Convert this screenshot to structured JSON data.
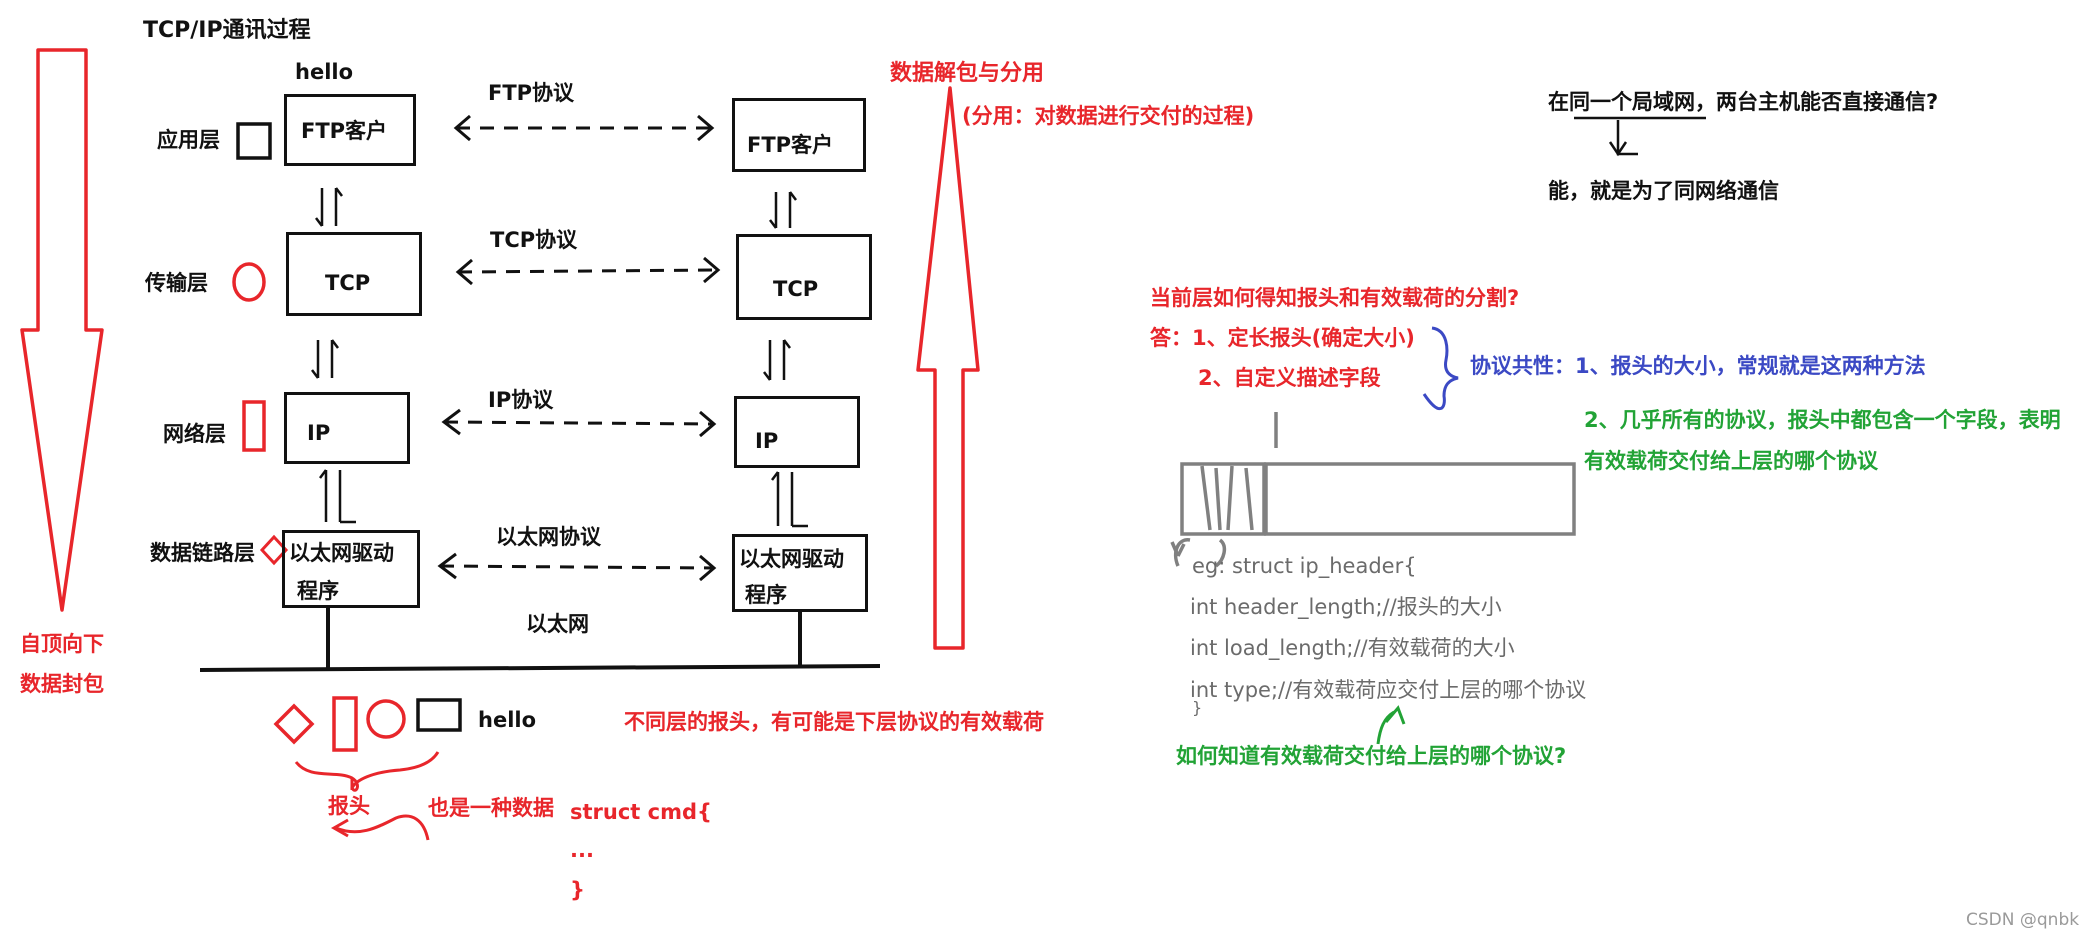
{
  "title": "TCP/IP通讯过程",
  "hello_top": "hello",
  "layers": {
    "app": "应用层",
    "transport": "传输层",
    "network": "网络层",
    "link": "数据链路层"
  },
  "boxes": {
    "ftp_left": "FTP客户",
    "ftp_right": "FTP客户",
    "tcp_left": "TCP",
    "tcp_right": "TCP",
    "ip_left": "IP",
    "ip_right": "IP",
    "eth_left_1": "以太网驱动",
    "eth_left_2": "程序",
    "eth_right_1": "以太网驱动",
    "eth_right_2": "程序"
  },
  "protocols": {
    "ftp": "FTP协议",
    "tcp": "TCP协议",
    "ip": "IP协议",
    "eth": "以太网协议"
  },
  "ethernet_label": "以太网",
  "left_arrow_text": [
    "自顶向下",
    "数据封包"
  ],
  "right_arrow_text": "数据解包与分用",
  "demux_note": "(分用：对数据进行交付的过程)",
  "packet_hello": "hello",
  "header_note": "不同层的报头，有可能是下层协议的有效载荷",
  "header_label": "报头",
  "also_data": "也是一种数据",
  "struct_cmd": [
    "struct cmd{",
    "...",
    "}"
  ],
  "lan_question": "在同一个局域网，两台主机能否直接通信?",
  "lan_answer": "能，就是为了同网络通信",
  "split_question": "当前层如何得知报头和有效载荷的分割?",
  "split_answer_1": "答：1、定长报头(确定大小)",
  "split_answer_2": "2、自定义描述字段",
  "common_1": "协议共性：1、报头的大小，常规就是这两种方法",
  "common_2a": "2、几乎所有的协议，报头中都包含一个字段，表明",
  "common_2b": "有效载荷交付给上层的哪个协议",
  "code_lines": [
    "eg: struct ip_header{",
    "int header_length;//报头的大小",
    "int load_length;//有效载荷的大小",
    "int type;//有效载荷应交付上层的哪个协议",
    "}"
  ],
  "deliver_question": "如何知道有效载荷交付给上层的哪个协议?",
  "watermark": "CSDN @qnbk",
  "colors": {
    "red": "#e8262b",
    "blue": "#3b49c4",
    "green": "#22a336",
    "gray": "#808080",
    "black": "#111111"
  }
}
